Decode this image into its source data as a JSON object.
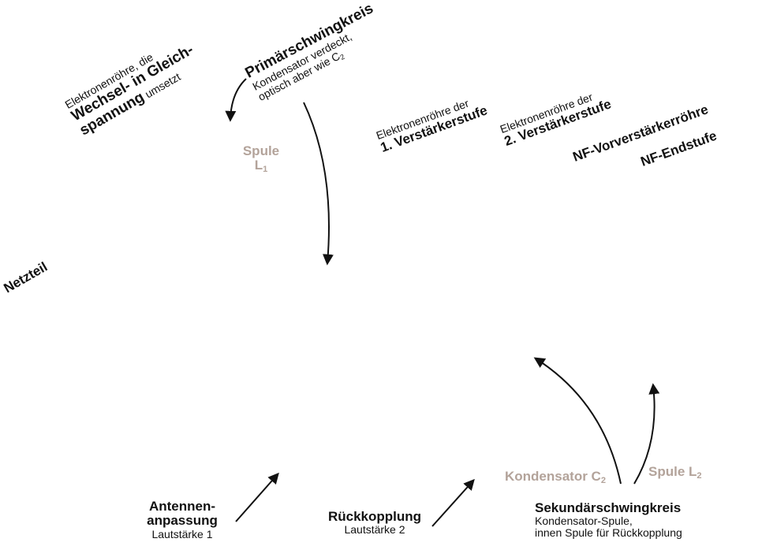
{
  "colors": {
    "text": "#111111",
    "muted": "#b3a39a",
    "background": "#ffffff"
  },
  "labels": {
    "rectifier": {
      "line1": "Elektronenröhre, die",
      "line2": "Wechsel- in Gleich-",
      "line3_bold": "spannung",
      "line3_rest": " umsetzt"
    },
    "primary": {
      "title": "Primärschwingkreis",
      "line1": "Kondensator verdeckt,",
      "line2": "optisch aber wie C",
      "line2_sub": "2"
    },
    "coil_l1": {
      "line1": "Spule",
      "line2": "L",
      "line2_sub": "1"
    },
    "stage1": {
      "line1": "Elektronenröhre der",
      "line2": "1. Verstärkerstufe"
    },
    "stage2": {
      "line1": "Elektronenröhre der",
      "line2": "2. Verstärkerstufe"
    },
    "nf_pre": "NF-Vorverstärkerröhre",
    "nf_end": "NF-Endstufe",
    "netzteil": "Netzteil",
    "antenna": {
      "line1": "Antennen-",
      "line2": "anpassung",
      "line3": "Lautstärke 1"
    },
    "feedback": {
      "line1": "Rückkopplung",
      "line2": "Lautstärke 2"
    },
    "capacitor_c2": {
      "text": "Kondensator C",
      "sub": "2"
    },
    "coil_l2": {
      "text": "Spule L",
      "sub": "2"
    },
    "secondary": {
      "title": "Sekundärschwingkreis",
      "line1": "Kondensator-Spule,",
      "line2": "innen Spule für Rückkopplung"
    }
  }
}
